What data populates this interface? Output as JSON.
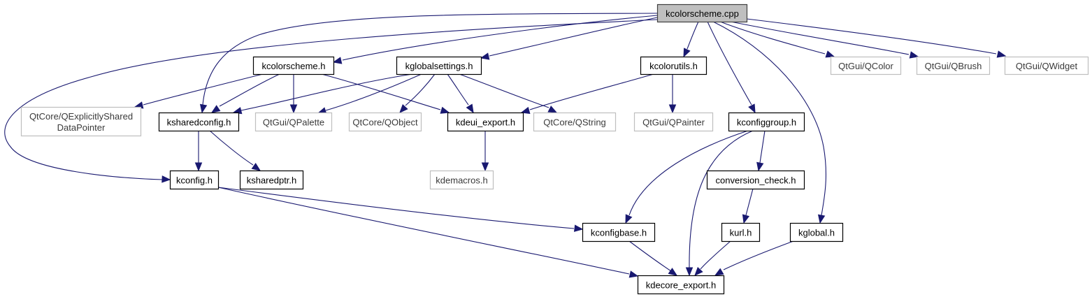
{
  "diagram": {
    "title": "kcolorscheme.cpp",
    "type": "include-dependency-graph",
    "colors": {
      "edge": "#191970",
      "root_fill": "#bfbfbf",
      "root_border": "#404040",
      "local_border": "#000000",
      "external_border": "#bfbfbf"
    },
    "nodes": [
      {
        "id": "kcolorscheme_cpp",
        "label": "kcolorscheme.cpp",
        "kind": "root"
      },
      {
        "id": "kcolorscheme_h",
        "label": "kcolorscheme.h",
        "kind": "local"
      },
      {
        "id": "kglobalsettings_h",
        "label": "kglobalsettings.h",
        "kind": "local"
      },
      {
        "id": "kcolorutils_h",
        "label": "kcolorutils.h",
        "kind": "local"
      },
      {
        "id": "qcolor",
        "label": "QtGui/QColor",
        "kind": "external"
      },
      {
        "id": "qbrush",
        "label": "QtGui/QBrush",
        "kind": "external"
      },
      {
        "id": "qwidget",
        "label": "QtGui/QWidget",
        "kind": "external"
      },
      {
        "id": "qexplicit",
        "label": "QtCore/QExplicitlyShared\nDataPointer",
        "lines": [
          "QtCore/QExplicitlyShared",
          "DataPointer"
        ],
        "kind": "external"
      },
      {
        "id": "ksharedconfig_h",
        "label": "ksharedconfig.h",
        "kind": "local"
      },
      {
        "id": "qpalette",
        "label": "QtGui/QPalette",
        "kind": "external"
      },
      {
        "id": "qobject",
        "label": "QtCore/QObject",
        "kind": "external"
      },
      {
        "id": "kdeui_export_h",
        "label": "kdeui_export.h",
        "kind": "local"
      },
      {
        "id": "qstring",
        "label": "QtCore/QString",
        "kind": "external"
      },
      {
        "id": "qpainter",
        "label": "QtGui/QPainter",
        "kind": "external"
      },
      {
        "id": "kconfiggroup_h",
        "label": "kconfiggroup.h",
        "kind": "local"
      },
      {
        "id": "kdemacros_h",
        "label": "kdemacros.h",
        "kind": "external"
      },
      {
        "id": "kconfig_h",
        "label": "kconfig.h",
        "kind": "local"
      },
      {
        "id": "ksharedptr_h",
        "label": "ksharedptr.h",
        "kind": "local"
      },
      {
        "id": "conversion_check_h",
        "label": "conversion_check.h",
        "kind": "local"
      },
      {
        "id": "kconfigbase_h",
        "label": "kconfigbase.h",
        "kind": "local"
      },
      {
        "id": "kurl_h",
        "label": "kurl.h",
        "kind": "local"
      },
      {
        "id": "kglobal_h",
        "label": "kglobal.h",
        "kind": "local"
      },
      {
        "id": "kdecore_export_h",
        "label": "kdecore_export.h",
        "kind": "local"
      }
    ],
    "edges": [
      {
        "from": "kcolorscheme_cpp",
        "to": "kcolorscheme_h"
      },
      {
        "from": "kcolorscheme_cpp",
        "to": "kglobalsettings_h"
      },
      {
        "from": "kcolorscheme_cpp",
        "to": "kcolorutils_h"
      },
      {
        "from": "kcolorscheme_cpp",
        "to": "qcolor"
      },
      {
        "from": "kcolorscheme_cpp",
        "to": "qbrush"
      },
      {
        "from": "kcolorscheme_cpp",
        "to": "qwidget"
      },
      {
        "from": "kcolorscheme_cpp",
        "to": "ksharedconfig_h"
      },
      {
        "from": "kcolorscheme_cpp",
        "to": "kconfig_h"
      },
      {
        "from": "kcolorscheme_cpp",
        "to": "kconfiggroup_h"
      },
      {
        "from": "kcolorscheme_cpp",
        "to": "kglobal_h"
      },
      {
        "from": "kcolorscheme_h",
        "to": "qexplicit"
      },
      {
        "from": "kcolorscheme_h",
        "to": "ksharedconfig_h"
      },
      {
        "from": "kcolorscheme_h",
        "to": "qpalette"
      },
      {
        "from": "kcolorscheme_h",
        "to": "kdeui_export_h"
      },
      {
        "from": "kglobalsettings_h",
        "to": "ksharedconfig_h"
      },
      {
        "from": "kglobalsettings_h",
        "to": "qpalette"
      },
      {
        "from": "kglobalsettings_h",
        "to": "qobject"
      },
      {
        "from": "kglobalsettings_h",
        "to": "kdeui_export_h"
      },
      {
        "from": "kglobalsettings_h",
        "to": "qstring"
      },
      {
        "from": "kcolorutils_h",
        "to": "kdeui_export_h"
      },
      {
        "from": "kcolorutils_h",
        "to": "qpainter"
      },
      {
        "from": "ksharedconfig_h",
        "to": "kconfig_h"
      },
      {
        "from": "ksharedconfig_h",
        "to": "ksharedptr_h"
      },
      {
        "from": "kdeui_export_h",
        "to": "kdemacros_h"
      },
      {
        "from": "kconfiggroup_h",
        "to": "kconfigbase_h"
      },
      {
        "from": "kconfiggroup_h",
        "to": "kdecore_export_h"
      },
      {
        "from": "kconfiggroup_h",
        "to": "conversion_check_h"
      },
      {
        "from": "conversion_check_h",
        "to": "kurl_h"
      },
      {
        "from": "kconfig_h",
        "to": "kconfigbase_h"
      },
      {
        "from": "kconfig_h",
        "to": "kdecore_export_h"
      },
      {
        "from": "kconfigbase_h",
        "to": "kdecore_export_h"
      },
      {
        "from": "kurl_h",
        "to": "kdecore_export_h"
      },
      {
        "from": "kglobal_h",
        "to": "kdecore_export_h"
      }
    ]
  }
}
